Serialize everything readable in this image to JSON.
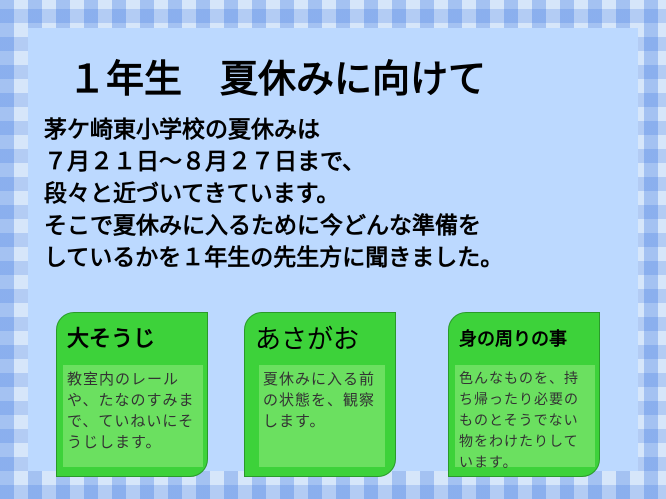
{
  "title": "１年生　夏休みに向けて",
  "intro": [
    "茅ケ崎東小学校の夏休みは",
    "７月２１日～８月２７日まで、",
    "段々と近づいてきています。",
    "そこで夏休みに入るために今どんな準備を",
    "しているかを１年生の先生方に聞きました。"
  ],
  "cards": [
    {
      "title": "大そうじ",
      "body": "教室内のレールや、たなのすみまで、ていねいにそうじします。"
    },
    {
      "title": "あさがお",
      "body": "夏休みに入る前の状態を、観察します。"
    },
    {
      "title": "身の周りの事",
      "body": "色んなものを、持ち帰ったり必要のものとそうでない物をわけたりしています。"
    }
  ],
  "colors": {
    "background_stripe": "#7fa8ef",
    "panel": "#bcd9ff",
    "card": "#3dd23a",
    "card_body": "#6be060"
  }
}
